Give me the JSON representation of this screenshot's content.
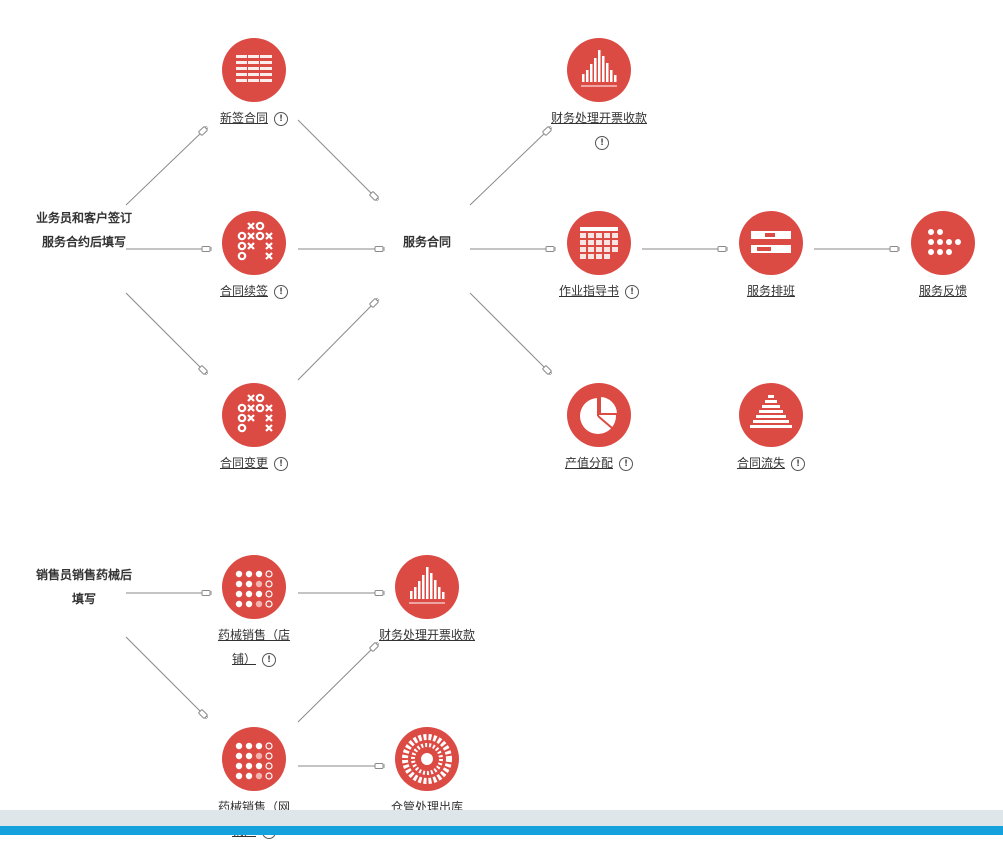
{
  "flow1": {
    "start": "业务员和客户签订服务合约后填写",
    "service_contract": "服务合同",
    "new_contract": "新签合同",
    "renew_contract": "合同续签",
    "change_contract": "合同变更",
    "finance": "财务处理开票收款",
    "work_guide": "作业指导书",
    "schedule": "服务排班",
    "feedback": "服务反馈",
    "output_alloc": "产值分配",
    "contract_loss": "合同流失"
  },
  "flow2": {
    "start": "销售员销售药械后填写",
    "store_sales": "药械销售（店铺）",
    "online_sales": "药械销售（网销）",
    "finance": "财务处理开票收款",
    "warehouse": "仓管处理出库"
  },
  "info_glyph": "!",
  "colors": {
    "node": "#dc4a44",
    "bar": "#14a1dc",
    "line": "#8a8a8a"
  },
  "icons": {
    "new_contract": "table-icon",
    "renew_contract": "tic-tac-toe-icon",
    "change_contract": "tic-tac-toe-icon",
    "finance": "histogram-icon",
    "work_guide": "calendar-grid-icon",
    "schedule": "gantt-bars-icon",
    "feedback": "dot-matrix-icon",
    "output_alloc": "pie-chart-icon",
    "contract_loss": "pyramid-icon",
    "store_sales": "dot-grid-icon",
    "online_sales": "dot-grid-icon",
    "warehouse": "radial-icon"
  }
}
